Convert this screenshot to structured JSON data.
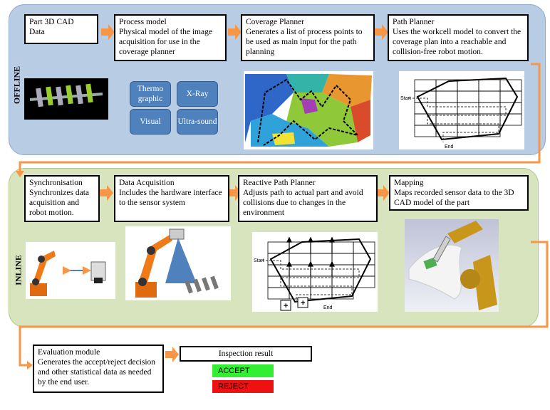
{
  "sections": {
    "offline_label": "OFFLINE",
    "inline_label": "INLINE"
  },
  "offline": {
    "cad": {
      "title": "Part 3D CAD",
      "desc": "Data"
    },
    "process_model": {
      "title": "Process model",
      "desc": "Physical model of the image acquisition for use in the coverage planner"
    },
    "coverage_planner": {
      "title": "Coverage Planner",
      "desc": "Generates a list of process points to be used as main input for the path planning"
    },
    "path_planner": {
      "title": "Path Planner",
      "desc": "Uses the workcell model to convert the coverage plan into a reachable and collision-free robot motion."
    },
    "modalities": [
      "Thermo graphic",
      "X-Ray",
      "Visual",
      "Ultra-sound"
    ],
    "plan_labels": {
      "start": "Start",
      "end": "End"
    }
  },
  "inline": {
    "synchronisation": {
      "title": "Synchronisation",
      "desc": "Synchronizes data acquisition and robot motion."
    },
    "data_acquisition": {
      "title": "Data Acquisition",
      "desc": "Includes the hardware interface to the sensor system"
    },
    "reactive_path_planner": {
      "title": "Reactive Path Planner",
      "desc": "Adjusts path to actual part and avoid collisions due to changes in the environment"
    },
    "mapping": {
      "title": "Mapping",
      "desc": "Maps recorded sensor data to the 3D CAD model of the part"
    },
    "plan_labels": {
      "start": "Start",
      "end": "End",
      "plus": "+"
    }
  },
  "evaluation": {
    "title": "Evaluation module",
    "desc": "Generates the accept/reject decision and other statistical data as needed by the end user.",
    "inspection_result": "Inspection result",
    "accept": "ACCEPT",
    "reject": "REJECT",
    "colors": {
      "accept": "#33ee33",
      "reject": "#ee1111",
      "arrow": "#f79646"
    }
  }
}
